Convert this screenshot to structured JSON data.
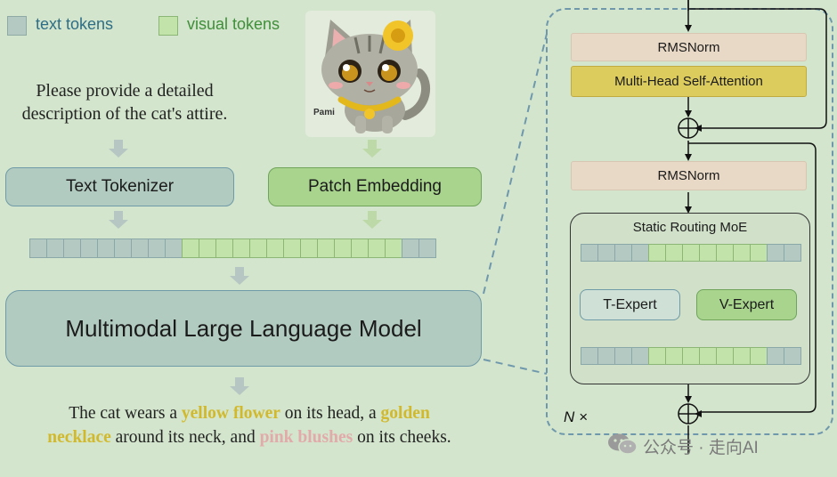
{
  "legend": {
    "text_tokens": "text tokens",
    "visual_tokens": "visual tokens"
  },
  "prompt": {
    "line1": "Please provide a detailed",
    "line2": "description of the cat's attire."
  },
  "image_label": "Pami",
  "text_tokenizer": "Text Tokenizer",
  "patch_embedding": "Patch Embedding",
  "mllm": "Multimodal Large Language Model",
  "output": {
    "p1": "The cat wears a ",
    "h1": "yellow flower",
    "p2": " on its head, a ",
    "h2a": "golden",
    "h2b": "necklace",
    "p3": " around its neck, and ",
    "h3": "pink blushes",
    "p4": " on its cheeks."
  },
  "block": {
    "rmsnorm1": "RMSNorm",
    "mhsa": "Multi-Head Self-Attention",
    "rmsnorm2": "RMSNorm",
    "moe_title": "Static Routing MoE",
    "t_expert": "T-Expert",
    "v_expert": "V-Expert",
    "repeat": "N ×"
  },
  "watermark": "公众号 · 走向AI",
  "colors": {
    "background": "#d3e5cc",
    "text_token": "#b4c9c2",
    "visual_token": "#c2e3a9",
    "highlight_yellow": "#d2b92c",
    "highlight_pink": "#e2aaaa",
    "panel_border": "#6f98ad"
  }
}
